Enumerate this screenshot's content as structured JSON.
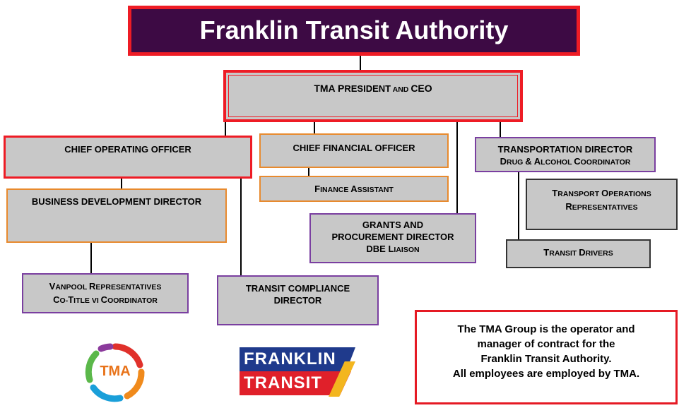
{
  "title": "Franklin Transit Authority",
  "colors": {
    "red": "#ee1c25",
    "orange": "#e88a2e",
    "purple": "#7a3fa0",
    "box_fill": "#c8c8c8",
    "title_fill": "#3d0a44"
  },
  "nodes": {
    "ceo": {
      "line1_big": "TMA P",
      "line1_a": "RESIDENT",
      "line1_b": " AND ",
      "line1_c": "CEO"
    },
    "coo": {
      "label": "CHIEF OPERATING OFFICER"
    },
    "bdd": {
      "label": "BUSINESS DEVELOPMENT DIRECTOR"
    },
    "vanpool": {
      "l1a": "V",
      "l1b": "ANPOOL ",
      "l1c": "R",
      "l1d": "EPRESENTATIVES",
      "l2a": "C",
      "l2b": "O-",
      "l2c": "T",
      "l2d": "ITLE VI ",
      "l2e": "C",
      "l2f": "OORDINATOR"
    },
    "compliance": {
      "line1": "TRANSIT COMPLIANCE",
      "line2": "DIRECTOR"
    },
    "cfo": {
      "label": "CHIEF FINANCIAL OFFICER"
    },
    "finance_assistant": {
      "a": "F",
      "b": "INANCE ",
      "c": "A",
      "d": "SSISTANT"
    },
    "grants": {
      "line1": "GRANTS AND",
      "line2": "PROCUREMENT DIRECTOR",
      "l3a": "DBE L",
      "l3b": "IAISON"
    },
    "transport_director": {
      "line1": "TRANSPORTATION DIRECTOR",
      "l2a": "D",
      "l2b": "RUG ",
      "l2c": "& A",
      "l2d": "LCOHOL ",
      "l2e": "C",
      "l2f": "OORDINATOR"
    },
    "ops_reps": {
      "l1a": "T",
      "l1b": "RANSPORT ",
      "l1c": "O",
      "l1d": "PERATIONS",
      "l2a": "R",
      "l2b": "EPRESENTATIVES"
    },
    "drivers": {
      "a": "T",
      "b": "RANSIT ",
      "c": "D",
      "d": "RIVERS"
    }
  },
  "note": {
    "line1": "The TMA Group is the operator and",
    "line2": "manager of contract for the",
    "line3": "Franklin Transit Authority.",
    "line4": "All employees are employed by TMA."
  },
  "logos": {
    "tma": "TMA",
    "franklin_line1": "FRANKLIN",
    "franklin_line2": "TRANSIT"
  }
}
